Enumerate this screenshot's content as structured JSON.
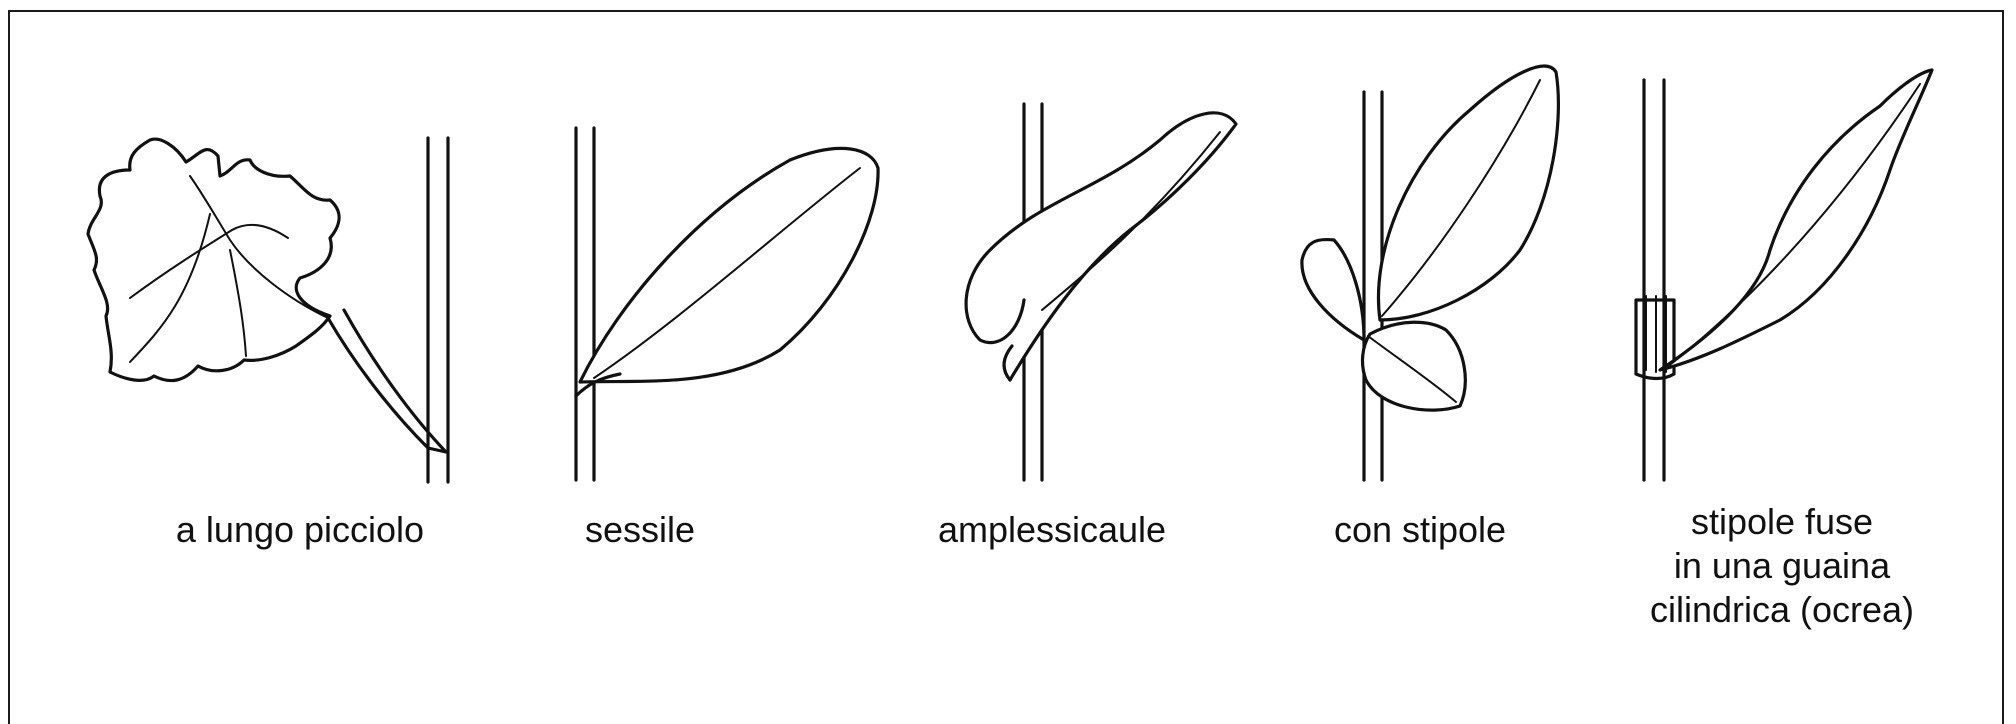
{
  "figure": {
    "items": [
      {
        "id": "long-petiole",
        "caption_lines": [
          "a lungo picciolo"
        ]
      },
      {
        "id": "sessile",
        "caption_lines": [
          "sessile"
        ]
      },
      {
        "id": "amplexicaul",
        "caption_lines": [
          "amplessicaule"
        ]
      },
      {
        "id": "with-stipules",
        "caption_lines": [
          "con stipole"
        ]
      },
      {
        "id": "ocrea",
        "caption_lines": [
          "stipole fuse",
          "in una guaina",
          "cilindrica (ocrea)"
        ]
      }
    ]
  }
}
